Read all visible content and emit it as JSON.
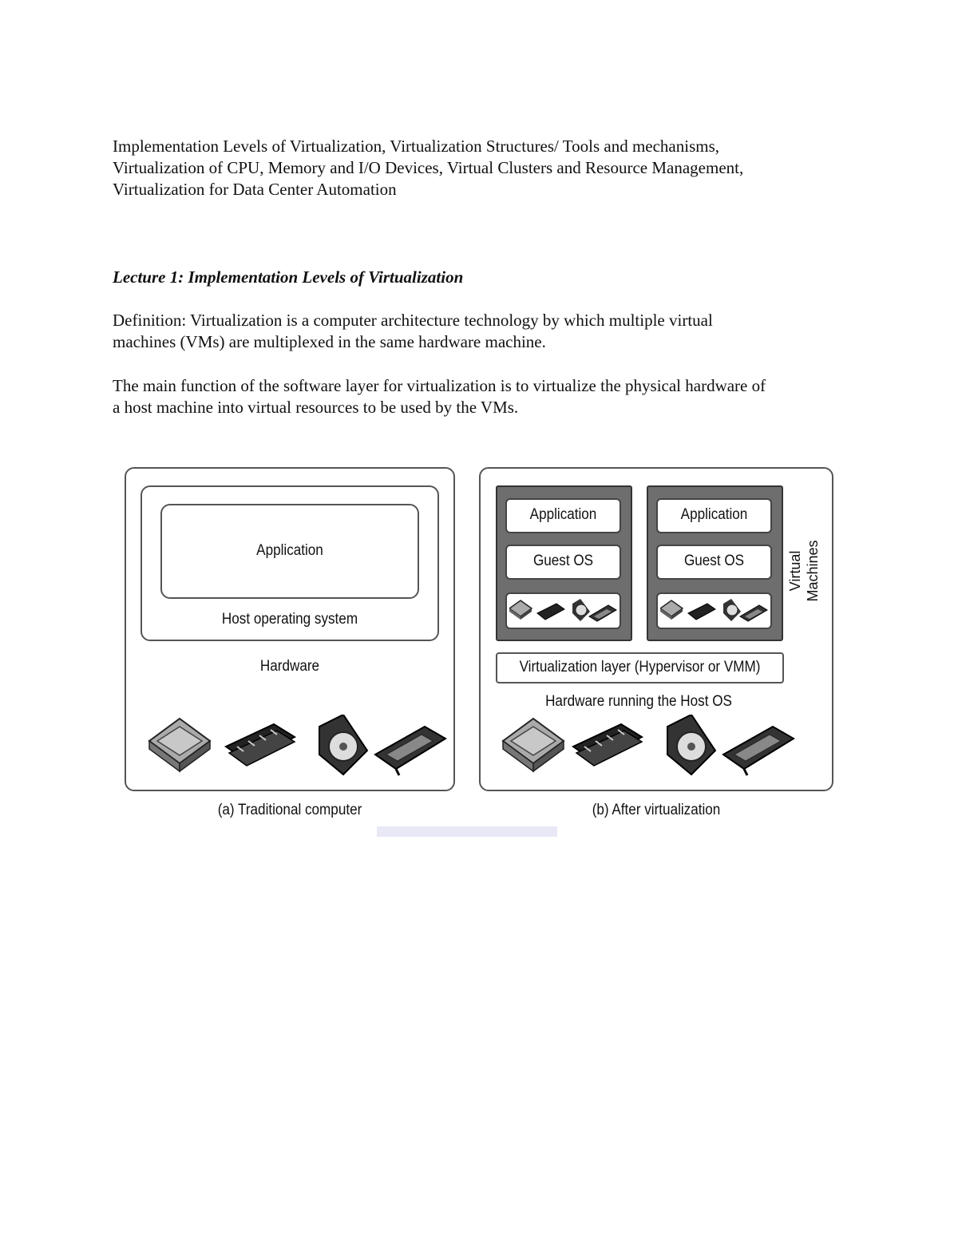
{
  "intro_lines": [
    "Implementation Levels of Virtualization, Virtualization Structures/ Tools and mechanisms,",
    "Virtualization of CPU, Memory and I/O Devices, Virtual Clusters and Resource Management,",
    "Virtualization for Data Center Automation"
  ],
  "heading": "Lecture 1: Implementation Levels of Virtualization",
  "definition_lines": [
    "Definition: Virtualization is a computer architecture technology by which multiple virtual",
    "machines (VMs) are multiplexed in the same hardware machine."
  ],
  "function_lines": [
    "The main function of the software layer for virtualization is to virtualize the physical hardware of",
    "a host machine into virtual resources to be used by the VMs."
  ],
  "figure": {
    "left": {
      "application": "Application",
      "host_os": "Host operating system",
      "hardware": "Hardware",
      "caption": "(a) Traditional computer"
    },
    "right": {
      "vm1_application": "Application",
      "vm1_guest_os": "Guest OS",
      "vm2_application": "Application",
      "vm2_guest_os": "Guest OS",
      "virtual_machines_line1": "Virtual",
      "virtual_machines_line2": "Machines",
      "virtualization_layer": "Virtualization layer (Hypervisor or VMM)",
      "hardware": "Hardware running the Host OS",
      "caption": "(b) After virtualization"
    },
    "hardware_icons": [
      "cpu-icon",
      "memory-icon",
      "disk-icon",
      "card-icon"
    ]
  }
}
